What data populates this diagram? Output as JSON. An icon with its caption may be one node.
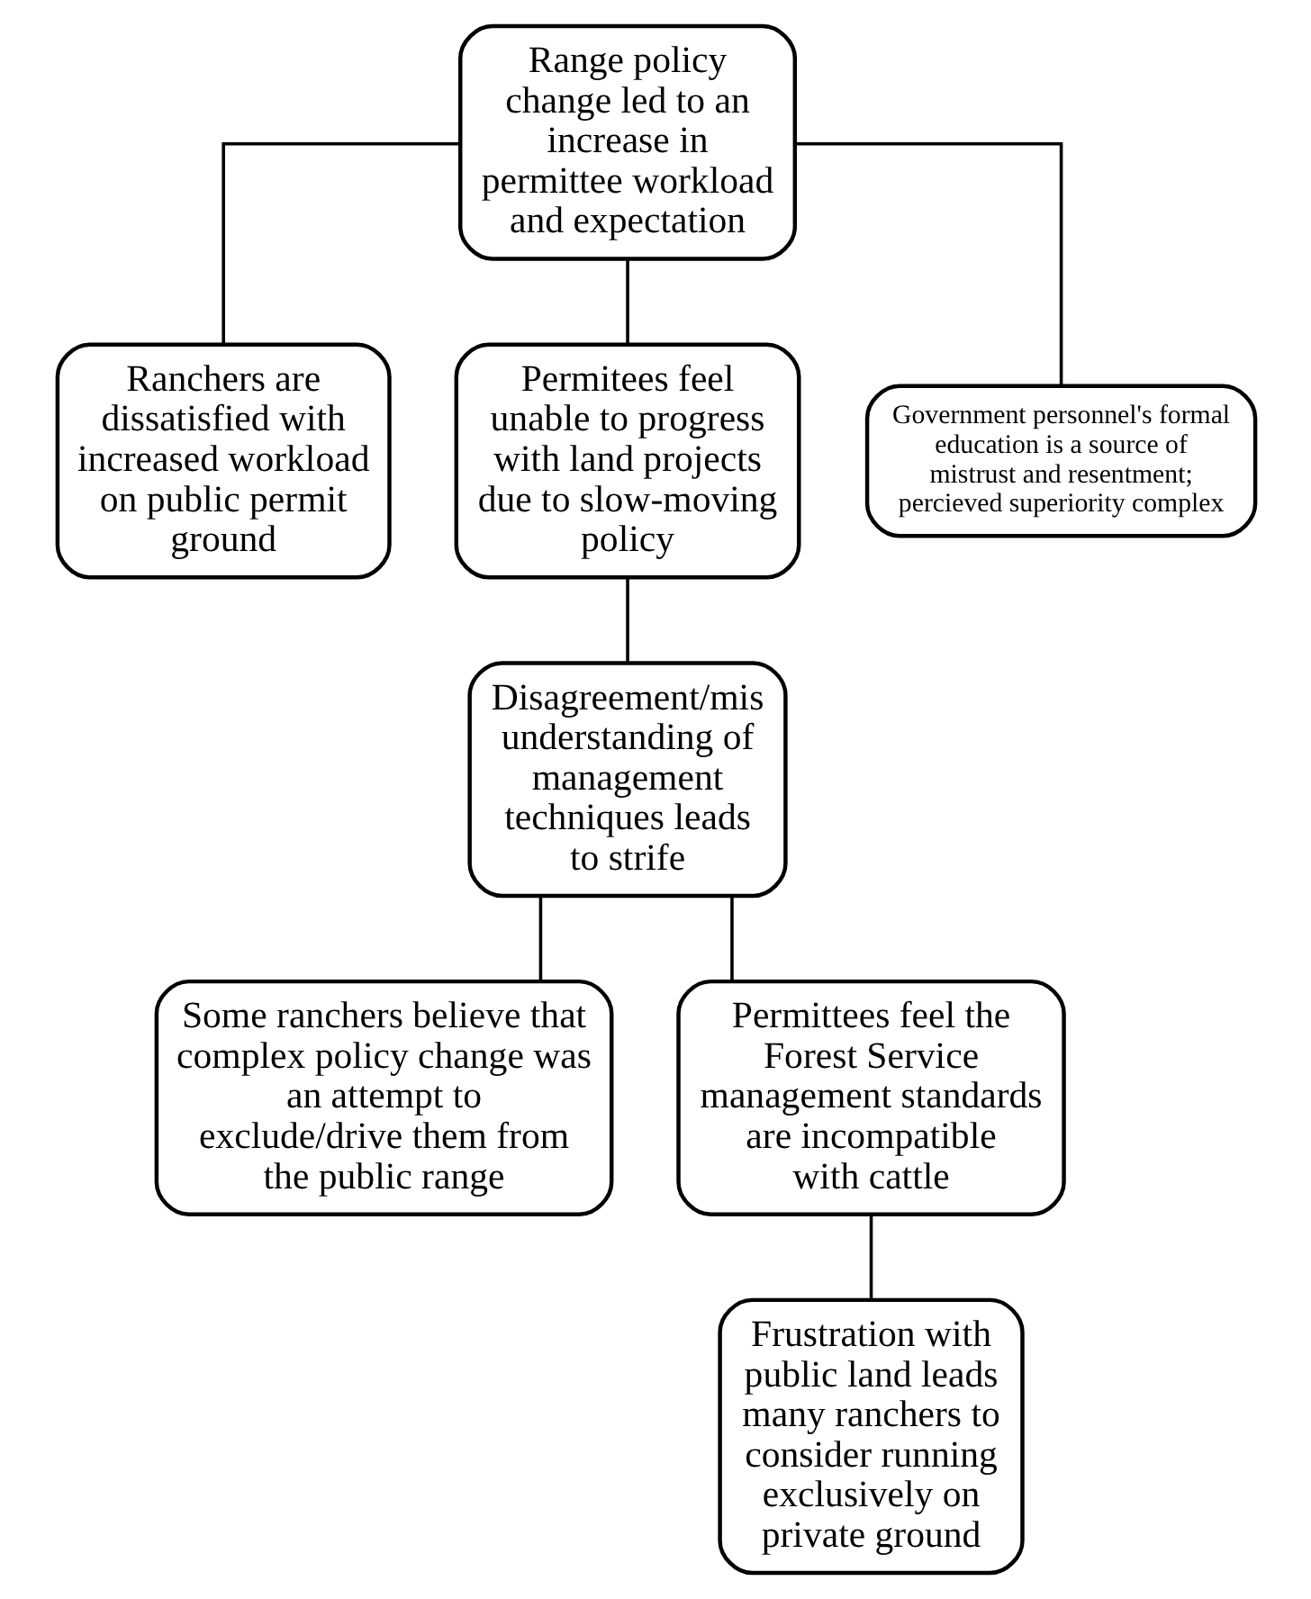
{
  "diagram": {
    "nodes": [
      {
        "text": [
          "Range policy change led to an increase in permittee workload and expectation"
        ]
      },
      {
        "text": [
          "Ranchers are dissatisfied with increased workload on public permit ground"
        ]
      },
      {
        "text": [
          "Permitees feel unable to progress with land projects due to slow-moving policy"
        ]
      },
      {
        "text": [
          "Government personnel's formal education is a source of mistrust and resentment; percieved superiority complex"
        ]
      },
      {
        "text": [
          "Disagreement/mis understanding of management techniques leads to strife"
        ]
      },
      {
        "text": [
          "Some ranchers believe that complex policy change was an attempt to exclude/drive them from the public range"
        ]
      },
      {
        "text": [
          "Permittees feel the Forest Service management standards are incompatible with cattle"
        ]
      },
      {
        "text": [
          "Frustration with public land leads many ranchers to consider running exclusively on private ground"
        ]
      }
    ],
    "edges": [
      {
        "from": 0,
        "to": 1,
        "arrow": "none"
      },
      {
        "from": 0,
        "to": 2,
        "arrow": "none"
      },
      {
        "from": 0,
        "to": 3,
        "arrow": "none"
      },
      {
        "from": 2,
        "to": 4,
        "arrow": "none"
      },
      {
        "from": 4,
        "to": 5,
        "arrow": "none"
      },
      {
        "from": 4,
        "to": 6,
        "arrow": "none"
      },
      {
        "from": 6,
        "to": 7,
        "arrow": "none"
      }
    ]
  }
}
